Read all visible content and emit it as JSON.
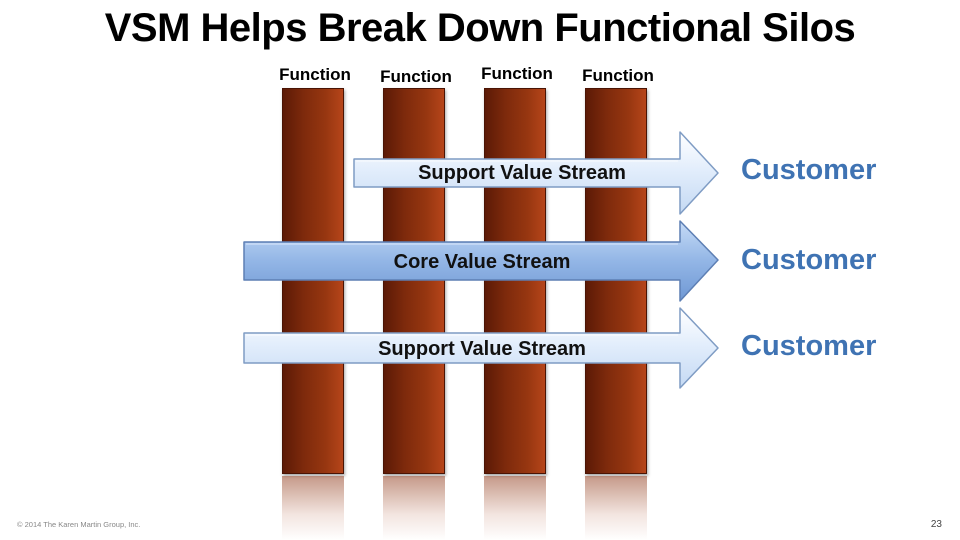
{
  "slide": {
    "title": "VSM Helps Break Down Functional Silos",
    "copyright": "© 2014 The Karen Martin Group, Inc.",
    "page_number": "23"
  },
  "functions": [
    {
      "label": "Function"
    },
    {
      "label": "Function"
    },
    {
      "label": "Function"
    },
    {
      "label": "Function"
    }
  ],
  "streams": [
    {
      "label": "Support Value Stream",
      "customer": "Customer",
      "style": "light"
    },
    {
      "label": "Core Value Stream",
      "customer": "Customer",
      "style": "core"
    },
    {
      "label": "Support Value Stream",
      "customer": "Customer",
      "style": "light"
    }
  ],
  "colors": {
    "column": "#8a2f0e",
    "arrow_light": "#dbe9fb",
    "arrow_core": "#8fb3e4",
    "customer_text": "#3f73b3"
  }
}
